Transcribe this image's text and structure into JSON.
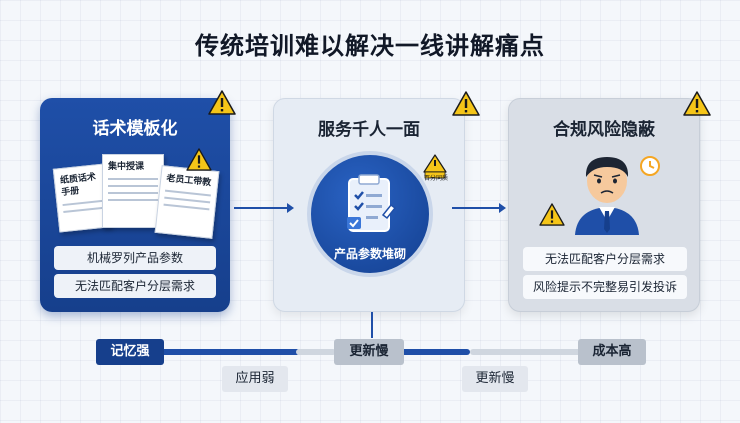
{
  "title": "传统培训难以解决一线讲解痛点",
  "cards": [
    {
      "title": "话术模板化",
      "documents": [
        "纸质话术手册",
        "集中授课",
        "老员工带教"
      ],
      "items": [
        "机械罗列产品参数",
        "无法匹配客户分层需求"
      ]
    },
    {
      "title": "服务千人一面",
      "badge": "百分同质",
      "center_label": "产品参数堆砌"
    },
    {
      "title": "合规风险隐蔽",
      "items": [
        "无法匹配客户分层需求",
        "风险提示不完整易引发投诉"
      ]
    }
  ],
  "bottom": {
    "top_tags": [
      "记忆强",
      "更新慢",
      "成本高"
    ],
    "bottom_tags": [
      "应用弱",
      "更新慢"
    ]
  },
  "colors": {
    "primary": "#1f4fa8",
    "warning": "#f5c518",
    "grey": "#b9c1cc"
  }
}
